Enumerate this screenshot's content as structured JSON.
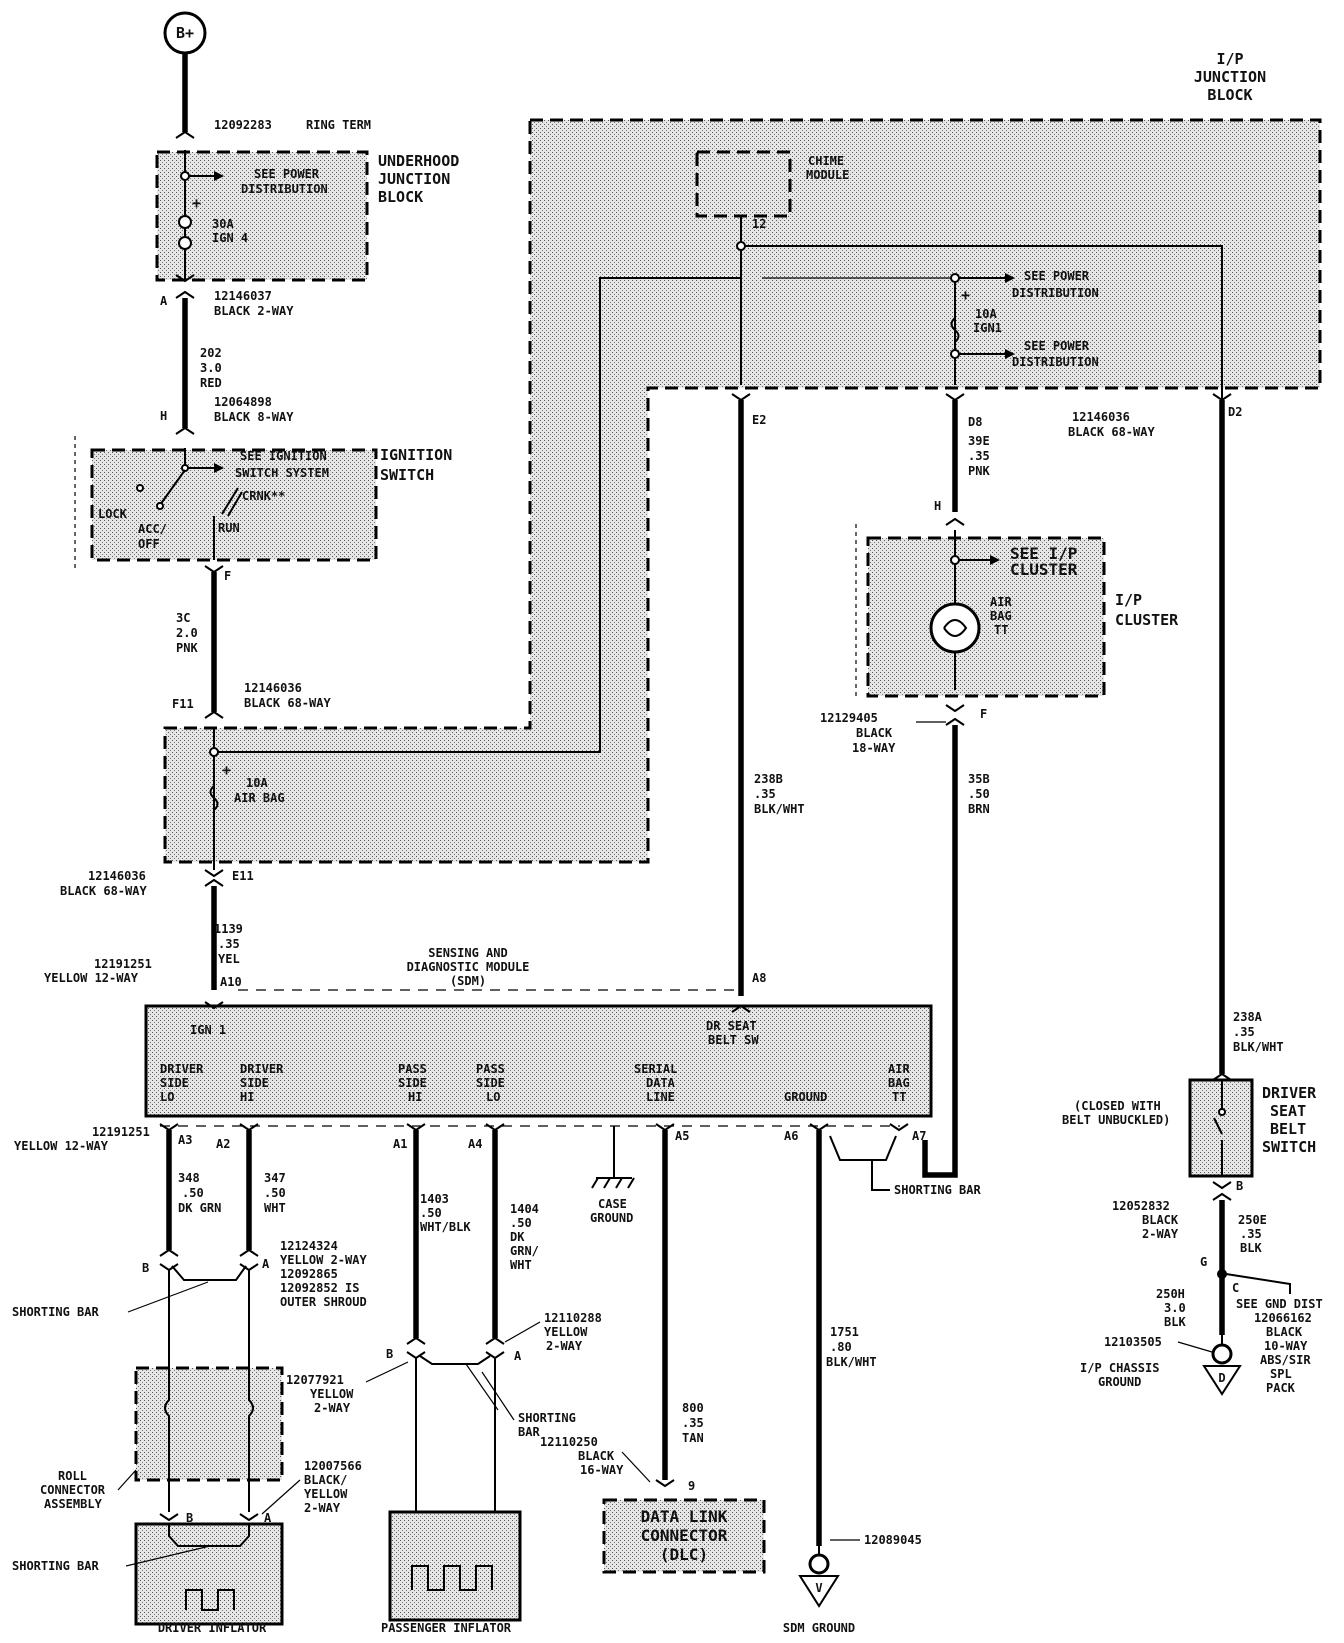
{
  "diagram": {
    "power_source": "B+",
    "underhood": {
      "connector_ring": "12092283",
      "connector_ring_desc": "RING TERM",
      "title_lines": [
        "UNDERHOOD",
        "JUNCTION",
        "BLOCK"
      ],
      "see_power_lines": [
        "SEE POWER",
        "DISTRIBUTION"
      ],
      "fuse_rating": "30A",
      "fuse_name": "IGN 4",
      "out_pin": "A",
      "out_connector": "12146037",
      "out_connector_desc": "BLACK 2-WAY"
    },
    "wire_202": [
      "202",
      "3.0",
      "RED"
    ],
    "ignition": {
      "in_pin": "H",
      "in_connector": "12064898",
      "in_connector_desc": "BLACK 8-WAY",
      "title_lines": [
        "IGNITION",
        "SWITCH"
      ],
      "see_lines": [
        "SEE IGNITION",
        "SWITCH SYSTEM"
      ],
      "pos_lock": "LOCK",
      "pos_acc": "ACC/",
      "pos_off": "OFF",
      "pos_crnk": "CRNK**",
      "pos_run": "RUN",
      "out_pin": "F"
    },
    "wire_3c": [
      "3C",
      "2.0",
      "PNK"
    ],
    "ipjb_airbag": {
      "in_pin": "F11",
      "connector": "12146036",
      "connector_desc": "BLACK 68-WAY",
      "fuse_rating": "10A",
      "fuse_name": "AIR BAG",
      "out_pin": "E11",
      "out_connector": "12146036",
      "out_connector_desc": "BLACK 68-WAY"
    },
    "ipjb": {
      "title_lines": [
        "I/P",
        "JUNCTION",
        "BLOCK"
      ],
      "chime_lines": [
        "CHIME",
        "MODULE"
      ],
      "chime_pin": "12",
      "see_power_1": [
        "SEE POWER",
        "DISTRIBUTION"
      ],
      "fuse_rating": "10A",
      "fuse_name": "IGN1",
      "see_power_2": [
        "SEE POWER",
        "DISTRIBUTION"
      ],
      "pin_e2": "E2",
      "pin_d8": "D8",
      "pin_d2": "D2",
      "connector": "12146036",
      "connector_desc": "BLACK 68-WAY"
    },
    "wire_39e": [
      "39E",
      ".35",
      "PNK"
    ],
    "ip_cluster": {
      "in_pin": "H",
      "title_lines": [
        "I/P",
        "CLUSTER"
      ],
      "see_lines": [
        "SEE I/P",
        "CLUSTER"
      ],
      "lamp_lines": [
        "AIR",
        "BAG",
        "TT"
      ],
      "out_pin": "F",
      "connector": "12129405",
      "connector_desc_lines": [
        "BLACK",
        "18-WAY"
      ]
    },
    "wire_238b": [
      "238B",
      ".35",
      "BLK/WHT"
    ],
    "wire_35b": [
      "35B",
      ".50",
      "BRN"
    ],
    "wire_1139": [
      "1139",
      ".35",
      "YEL"
    ],
    "wire_238a": [
      "238A",
      ".35",
      "BLK/WHT"
    ],
    "sdm": {
      "connector": "12191251",
      "connector_desc": "YELLOW 12-WAY",
      "pin_a10": "A10",
      "pin_a8": "A8",
      "title_lines": [
        "SENSING AND",
        "DIAGNOSTIC MODULE",
        "(SDM)"
      ],
      "label_ign": "IGN 1",
      "label_seat_lines": [
        "DR SEAT",
        "BELT SW"
      ],
      "label_drv_lo": [
        "DRIVER",
        "SIDE",
        "LO"
      ],
      "label_drv_hi": [
        "DRIVER",
        "SIDE",
        "HI"
      ],
      "label_pass_hi": [
        "PASS",
        "SIDE",
        "HI"
      ],
      "label_pass_lo": [
        "PASS",
        "SIDE",
        "LO"
      ],
      "label_serial": [
        "SERIAL",
        "DATA",
        "LINE"
      ],
      "label_ground": "GROUND",
      "label_airbag_tt": [
        "AIR",
        "BAG",
        "TT"
      ],
      "bottom_connector": "12191251",
      "bottom_connector_desc": "YELLOW 12-WAY",
      "pin_a3": "A3",
      "pin_a2": "A2",
      "pin_a1": "A1",
      "pin_a4": "A4",
      "pin_a5": "A5",
      "pin_a6": "A6",
      "pin_a7": "A7",
      "shorting_bar": "SHORTING BAR"
    },
    "seat_switch": {
      "title_lines": [
        "DRIVER",
        "SEAT",
        "BELT",
        "SWITCH"
      ],
      "note_lines": [
        "(CLOSED WITH",
        "BELT UNBUCKLED)"
      ],
      "out_pin": "B",
      "connector": "12052832",
      "connector_desc_lines": [
        "BLACK",
        "2-WAY"
      ]
    },
    "wire_250e": [
      "250E",
      ".35",
      "BLK"
    ],
    "splice": {
      "pin_g": "G",
      "pin_c": "C",
      "wire_250h": [
        "250H",
        "3.0",
        "BLK"
      ],
      "see_lines": [
        "SEE GND  DIST",
        "12066162",
        "BLACK",
        "10-WAY",
        "ABS/SIR",
        "SPL",
        "PACK"
      ],
      "ring": "12103505",
      "ground_lines": [
        "I/P CHASSIS",
        "GROUND"
      ],
      "ground_letter": "D"
    },
    "wire_348": [
      "348",
      ".50",
      "DK GRN"
    ],
    "wire_347": [
      "347",
      ".50",
      "WHT"
    ],
    "wire_1403": [
      "1403",
      ".50",
      "WHT/BLK"
    ],
    "wire_1404": [
      "1404",
      ".50",
      "DK",
      "GRN/",
      "WHT"
    ],
    "case_ground": [
      "CASE",
      "GROUND"
    ],
    "driver_conn": {
      "pin_b": "B",
      "pin_a": "A",
      "connector_lines": [
        "12124324",
        "YELLOW 2-WAY",
        "12092865",
        "12092852 IS",
        "OUTER SHROUD"
      ],
      "shorting_bar": "SHORTING BAR",
      "roll_lines": [
        "ROLL",
        "CONNECTOR",
        "ASSEMBLY"
      ],
      "inflator_connector_lines": [
        "12007566",
        "BLACK/",
        "YELLOW",
        "2-WAY"
      ],
      "pin_b2": "B",
      "pin_a2": "A",
      "shorting_bar_2": "SHORTING BAR",
      "inflator_label": "DRIVER INFLATOR"
    },
    "pass_conn": {
      "pin_b": "B",
      "pin_a": "A",
      "connector_lines": [
        "12110288",
        "YELLOW",
        "2-WAY"
      ],
      "connector2_lines": [
        "12077921",
        "YELLOW",
        "2-WAY"
      ],
      "shorting_lines": [
        "SHORTING",
        "BAR"
      ],
      "inflator_label": "PASSENGER INFLATOR"
    },
    "wire_800": [
      "800",
      ".35",
      "TAN"
    ],
    "dlc": {
      "connector": "12110250",
      "connector_desc_lines": [
        "BLACK",
        "16-WAY"
      ],
      "pin": "9",
      "title_lines": [
        "DATA LINK",
        "CONNECTOR",
        "(DLC)"
      ]
    },
    "wire_1751": [
      "1751",
      ".80",
      "BLK/WHT"
    ],
    "sdm_ground": {
      "ring": "12089045",
      "letter": "V",
      "label": "SDM GROUND"
    }
  }
}
